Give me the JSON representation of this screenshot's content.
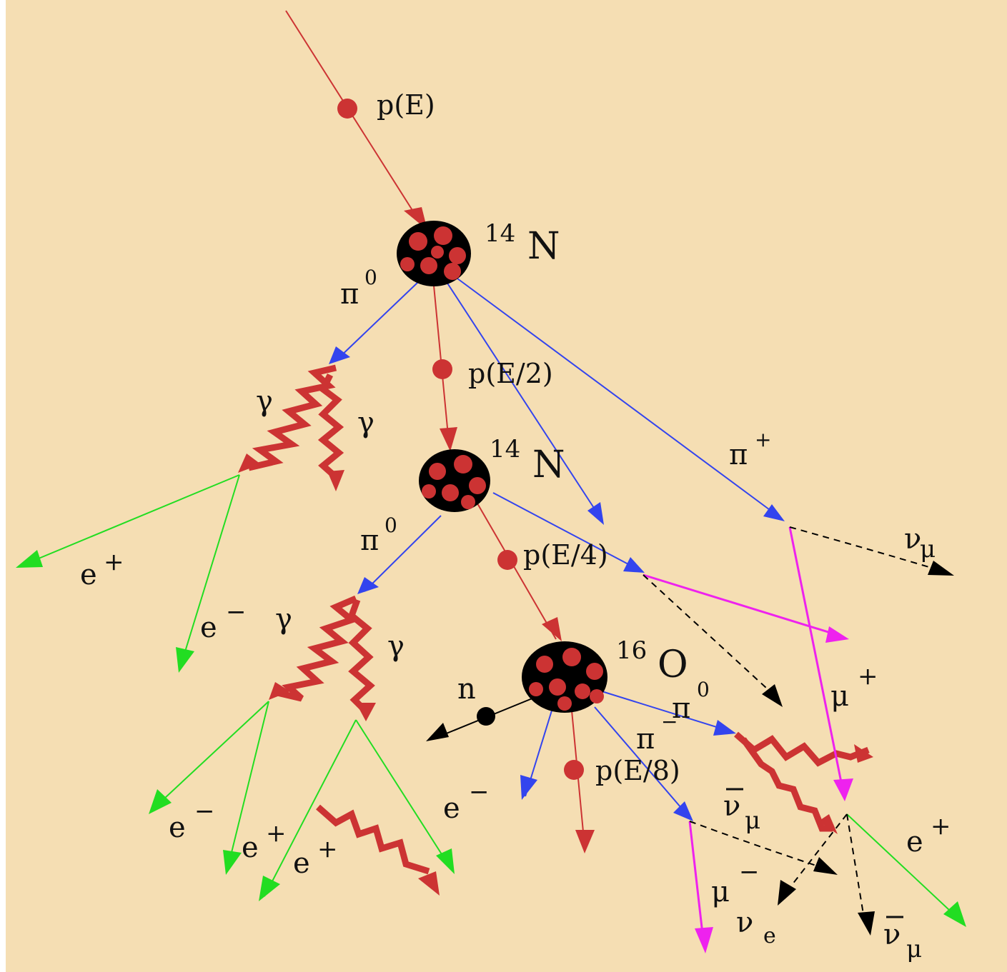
{
  "colors": {
    "background": "#f5deb3",
    "proton": "#cc3333",
    "pion": "#3344ee",
    "electron": "#22dd22",
    "muon": "#ee22ee",
    "neutrino": "#000000",
    "nucleus_fill": "#cc3333",
    "nucleus_core": "#000000"
  },
  "labels": {
    "p_E": "p(E)",
    "p_E2": "p(E/2)",
    "p_E4": "p(E/4)",
    "p_E8": "p(E/8)",
    "n14_a_mass": "14",
    "n14_a_sym": "N",
    "n14_b_mass": "14",
    "n14_b_sym": "N",
    "o16_mass": "16",
    "o16_sym": "O",
    "pi0_1": "π",
    "pi0_1_sup": "0",
    "pi0_2": "π",
    "pi0_2_sup": "0",
    "pi0_3": "π",
    "pi0_3_sup": "0",
    "pi_plus": "π",
    "pi_plus_sup": "+",
    "pi_minus": "π",
    "pi_minus_sup": "−",
    "gamma_1": "γ",
    "gamma_2": "γ",
    "gamma_3": "γ",
    "gamma_4": "γ",
    "e_plus_1": "e",
    "e_plus_1_sup": "+",
    "e_minus_1": "e",
    "e_minus_1_sup": "−",
    "e_minus_2": "e",
    "e_minus_2_sup": "−",
    "e_plus_2": "e",
    "e_plus_2_sup": "+",
    "e_plus_3": "e",
    "e_plus_3_sup": "+",
    "e_minus_3": "e",
    "e_minus_3_sup": "−",
    "e_plus_4": "e",
    "e_plus_4_sup": "+",
    "nu_mu_1": "ν",
    "nu_mu_1_sub": "μ",
    "mu_plus": "μ",
    "mu_plus_sup": "+",
    "mu_minus": "μ",
    "mu_minus_sup": "−",
    "nubar_mu_1": "ν",
    "nubar_mu_1_sub": "μ",
    "nu_e": "ν",
    "nu_e_sub": "e",
    "nubar_mu_2": "ν",
    "nubar_mu_2_sub": "μ",
    "n": "n"
  }
}
